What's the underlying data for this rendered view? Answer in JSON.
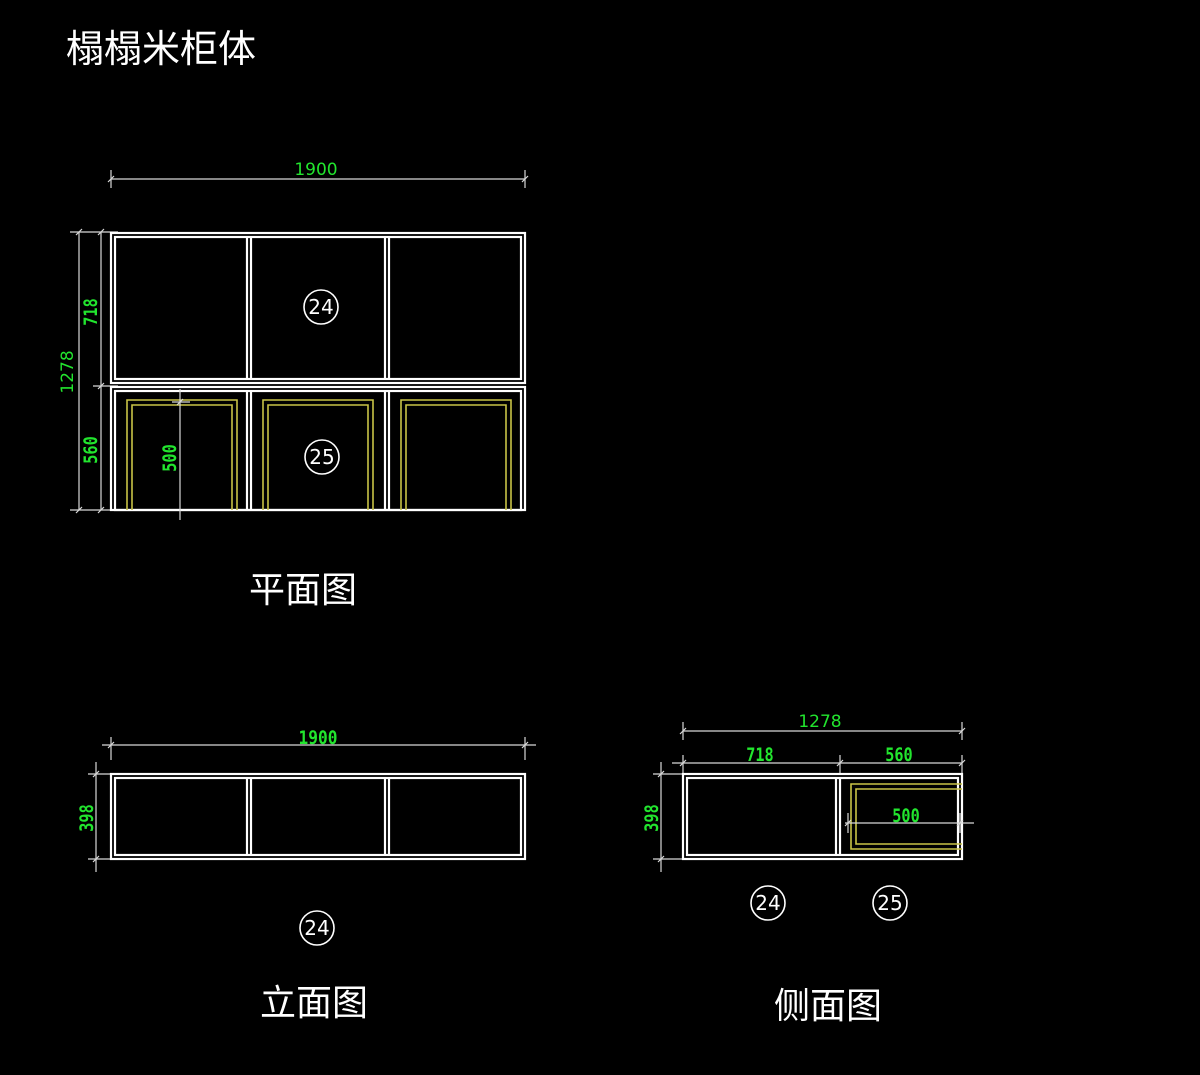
{
  "title": "榻榻米柜体",
  "views": {
    "plan": {
      "label": "平面图",
      "width_dim": "1900",
      "total_height_dim": "1278",
      "upper_height_dim": "718",
      "lower_height_dim": "560",
      "drawer_depth_dim": "500",
      "upper_tag": "24",
      "lower_tag": "25"
    },
    "front": {
      "label": "立面图",
      "width_dim": "1900",
      "height_dim": "398",
      "tag": "24"
    },
    "side": {
      "label": "侧面图",
      "total_dim": "1278",
      "left_dim": "718",
      "right_dim": "560",
      "inner_dim": "500",
      "height_dim": "398",
      "left_tag": "24",
      "right_tag": "25"
    }
  },
  "colors": {
    "background": "#000000",
    "outline": "#ffffff",
    "dimension_text": "#22e52e",
    "drawer_outline": "#c9c447"
  }
}
